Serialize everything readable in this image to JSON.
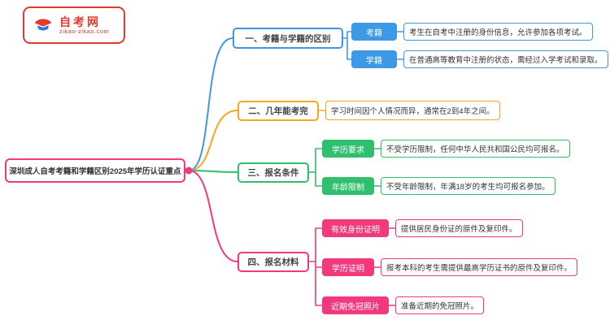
{
  "logo": {
    "title": "自考网",
    "domain": "zikao-zikao.com",
    "border_color": "#E23A30"
  },
  "root": {
    "title": "深圳成人自考考籍和学籍区别2025年学历认证重点",
    "color": "#F2397E"
  },
  "branches": [
    {
      "label": "一、考籍与学籍的区别",
      "color": "#3D99E5",
      "children": [
        {
          "label": "考籍",
          "text": "考生在自考中注册的身份信息，允许参加各项考试。"
        },
        {
          "label": "学籍",
          "text": "在普通高等教育中注册的状态，需经过入学考试和录取。"
        }
      ]
    },
    {
      "label": "二、几年能考完",
      "color": "#F5A623",
      "children": [
        {
          "label": "",
          "text": "学习时间因个人情况而异，通常在2到4年之间。"
        }
      ]
    },
    {
      "label": "三、报名条件",
      "color": "#2EC06E",
      "children": [
        {
          "label": "学历要求",
          "text": "不受学历限制，任何中华人民共和国公民均可报名。"
        },
        {
          "label": "年龄限制",
          "text": "不受年龄限制，年满18岁的考生均可报名参加。"
        }
      ]
    },
    {
      "label": "四、报名材料",
      "color": "#F2397E",
      "children": [
        {
          "label": "有效身份证明",
          "text": "提供居民身份证的原件及复印件。"
        },
        {
          "label": "学历证明",
          "text": "报考本科的考生需提供最高学历证书的原件及复印件。"
        },
        {
          "label": "近期免冠照片",
          "text": "准备近期的免冠照片。"
        }
      ]
    }
  ]
}
